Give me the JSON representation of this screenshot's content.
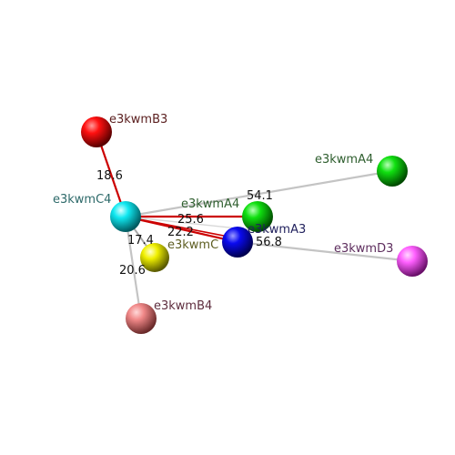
{
  "atoms": [
    {
      "id": "B3",
      "label": "e3kwmB3",
      "color": "#ff0000",
      "label_color": "#5a1e1e"
    },
    {
      "id": "A4g",
      "label": "e3kwmA4",
      "color": "#00ee00",
      "label_color": "#2e5e2e"
    },
    {
      "id": "C4",
      "label": "e3kwmC4",
      "color": "#00e5ee",
      "label_color": "#2e6a6a"
    },
    {
      "id": "A4",
      "label": "e3kwmA4",
      "color": "#00dd00",
      "label_color": "#2e5e2e"
    },
    {
      "id": "A3",
      "label": "e3kwmA3",
      "color": "#0000ee",
      "label_color": "#22225e"
    },
    {
      "id": "C",
      "label": "e3kwmC",
      "color": "#ffff00",
      "label_color": "#5e5e22"
    },
    {
      "id": "D3",
      "label": "e3kwmD3",
      "color": "#ff66ff",
      "label_color": "#5e2e5e"
    },
    {
      "id": "B4",
      "label": "e3kwmB4",
      "color": "#ff8888",
      "label_color": "#5e2e3e"
    }
  ],
  "distances": [
    {
      "id": "b3-c4",
      "value": "18.6",
      "color": "#cc0000"
    },
    {
      "id": "c4-a4g",
      "value": "54.1",
      "color": "#bbbbbb"
    },
    {
      "id": "c4-a4",
      "value": "25.6",
      "color": "#cc0000"
    },
    {
      "id": "c4-a3",
      "value": "22.2",
      "color": "#cc0000"
    },
    {
      "id": "a3-d3",
      "value": "56.8",
      "color": "#bbbbbb"
    },
    {
      "id": "c4-c",
      "value": "17.4",
      "color": "#999999"
    },
    {
      "id": "c4-b4",
      "value": "20.6",
      "color": "#bbbbbb"
    }
  ]
}
